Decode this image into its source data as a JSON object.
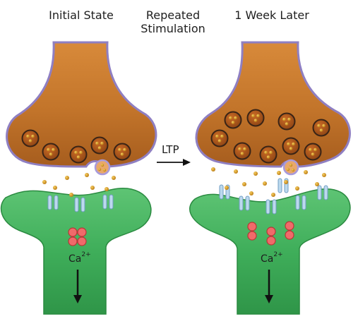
{
  "headers": {
    "initial_state": "Initial State",
    "repeated_stimulation_line1": "Repeated",
    "repeated_stimulation_line2": "Stimulation",
    "one_week_later": "1 Week Later"
  },
  "labels": {
    "calcium_base": "Ca",
    "calcium_charge": "2+",
    "ltp": "LTP"
  },
  "colors": {
    "presynaptic_fill": "#c2742a",
    "presynaptic_outline": "#8f7fc2",
    "postsynaptic_fill": "#3fae5a",
    "vesicle_fill": "#b35a1a",
    "vesicle_ring": "#3a2416",
    "neurotransmitter": "#e0a020",
    "receptor": "#bcd9ee",
    "calcium_ion": "#f06a6a",
    "arrow": "#111111"
  },
  "diagram": {
    "initial_state": {
      "vesicles": 5,
      "receptors": 3,
      "calcium_ions": 4
    },
    "one_week_later": {
      "vesicles": 9,
      "receptors": 6,
      "calcium_ions": 6
    }
  }
}
